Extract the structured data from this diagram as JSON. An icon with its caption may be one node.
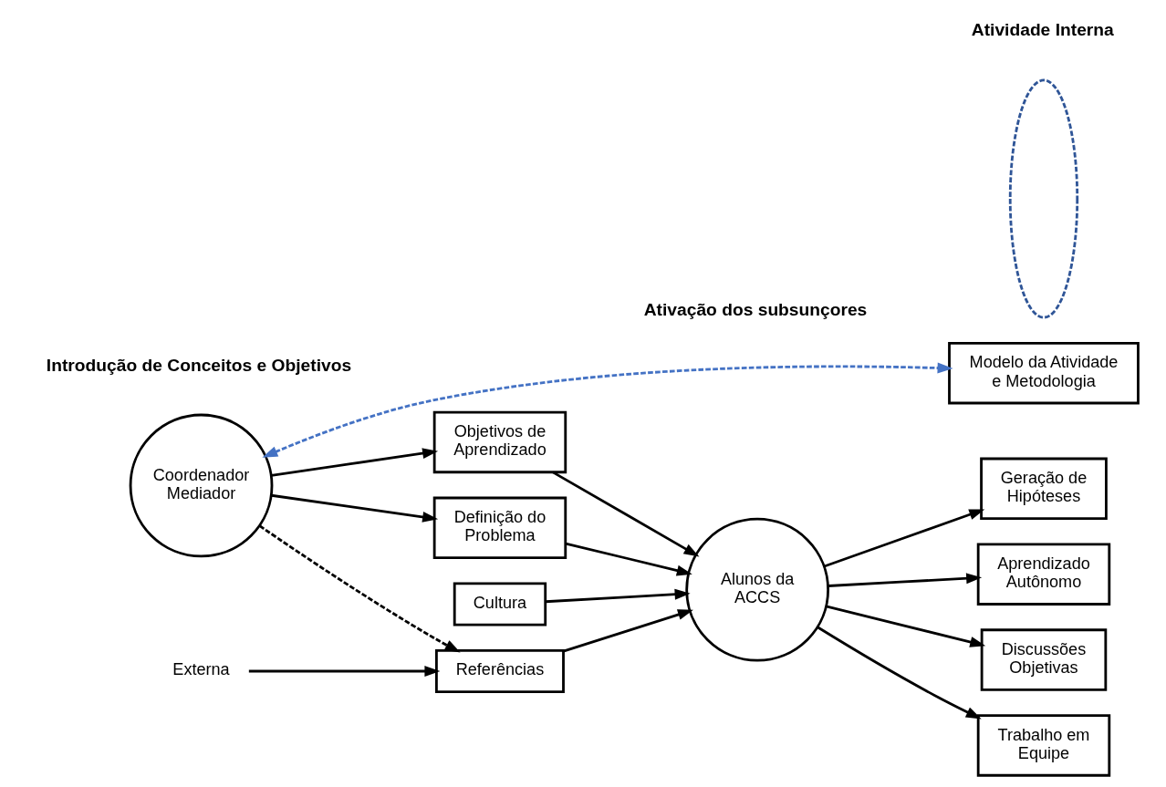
{
  "diagram": {
    "nodes": [
      {
        "text": [
          "Coordenador Mediador"
        ]
      },
      {
        "text": [
          "Definição do Problema"
        ]
      },
      {
        "text": [
          "Objetivos de Aprendizado"
        ]
      },
      {
        "text": [
          "Cultura"
        ]
      },
      {
        "text": [
          "Alunos da ACCS"
        ]
      },
      {
        "text": [
          "Referências"
        ]
      },
      {
        "text": [
          "Externa"
        ]
      },
      {
        "text": [
          "Geração de Hipóteses"
        ]
      },
      {
        "text": [
          "Aprendizado Autônomo"
        ]
      },
      {
        "text": [
          "Discussões Objetivas"
        ]
      },
      {
        "text": [
          "Trabalho em Equipe"
        ]
      },
      {
        "text": [
          "Modelo da Atividade e Metodologia"
        ]
      },
      {
        "text": [],
        "shape": "ellipse"
      }
    ],
    "edges": [
      {
        "from": 0,
        "to": 1,
        "arrow": "to"
      },
      {
        "from": 0,
        "to": 2,
        "arrow": "to"
      },
      {
        "from": 1,
        "to": 4,
        "arrow": "to"
      },
      {
        "from": 2,
        "to": 4,
        "arrow": "to"
      },
      {
        "from": 3,
        "to": 4,
        "arrow": "to"
      },
      {
        "from": 5,
        "to": 4,
        "arrow": "to"
      },
      {
        "from": 6,
        "to": 5,
        "arrow": "to"
      },
      {
        "from": 0,
        "to": 5,
        "arrow": "to",
        "style": "dashed"
      },
      {
        "from": 4,
        "to": 7,
        "arrow": "to"
      },
      {
        "from": 4,
        "to": 8,
        "arrow": "to"
      },
      {
        "from": 4,
        "to": 9,
        "arrow": "to"
      },
      {
        "from": 4,
        "to": 10,
        "arrow": "to"
      },
      {
        "from": 0,
        "to": 11,
        "arrow": "both",
        "style": "dashed",
        "color": "#4472c4"
      }
    ],
    "labels": [
      "Introdução de Conceitos e Objetivos",
      "Ativação dos subsunçores",
      "Atividade Interna"
    ]
  }
}
